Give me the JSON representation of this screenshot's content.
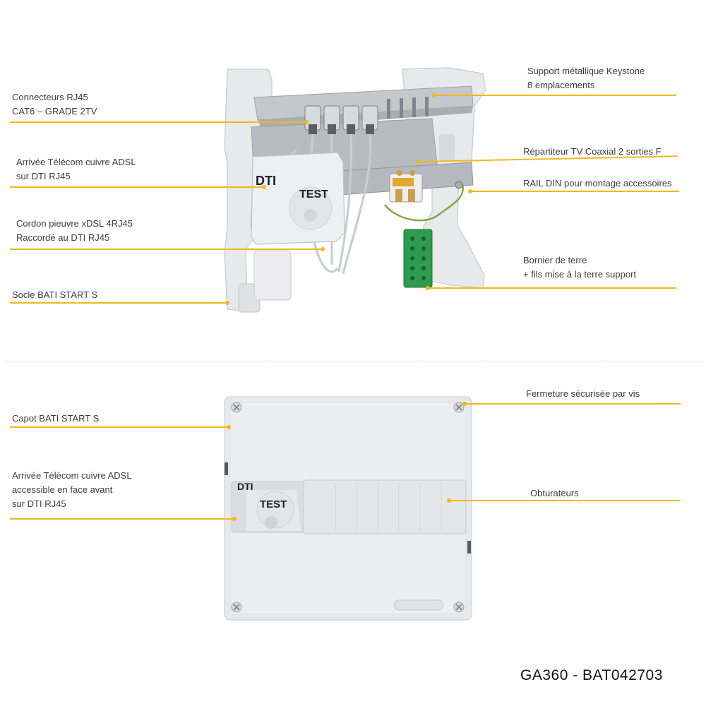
{
  "top": {
    "labels": {
      "connecteurs": {
        "lines": [
          "Connecteurs RJ45",
          "CAT6 – GRADE 2TV"
        ]
      },
      "arrivee_telecom": {
        "lines": [
          "Arrivée Télécom cuivre ADSL",
          "sur DTI RJ45"
        ]
      },
      "cordon": {
        "lines": [
          "Cordon pieuvre xDSL 4RJ45",
          "Raccordé au DTI RJ45"
        ]
      },
      "socle": {
        "lines": [
          "Socle BATI START S"
        ]
      },
      "support": {
        "lines": [
          "Support métallique Keystone",
          "8 emplacements"
        ]
      },
      "repartiteur": {
        "lines": [
          "Répartiteur TV Coaxial 2 sorties F"
        ]
      },
      "rail": {
        "lines": [
          "RAIL DIN pour montage accessoires"
        ]
      },
      "bornier": {
        "lines": [
          "Bornier de terre",
          "+ fils mise à la terre support"
        ]
      }
    },
    "device_text": {
      "dti": "DTI",
      "test": "TEST"
    }
  },
  "bottom": {
    "labels": {
      "capot": {
        "lines": [
          "Capot BATI START S"
        ]
      },
      "arrivee_face": {
        "lines": [
          "Arrivée Télécom cuivre ADSL",
          "accessible en face avant",
          "sur DTI RJ45"
        ]
      },
      "fermeture": {
        "lines": [
          "Fermeture sécurisée par vis"
        ]
      },
      "obturateurs": {
        "lines": [
          "Obturateurs"
        ]
      }
    },
    "device_text": {
      "dti": "DTI",
      "test": "TEST"
    }
  },
  "reference": "GA360 - BAT042703",
  "colors": {
    "leader": "#f2b81a",
    "plastic": "#e9eaec",
    "metal": "#b9bec4",
    "terminal": "#2e9b4f"
  }
}
